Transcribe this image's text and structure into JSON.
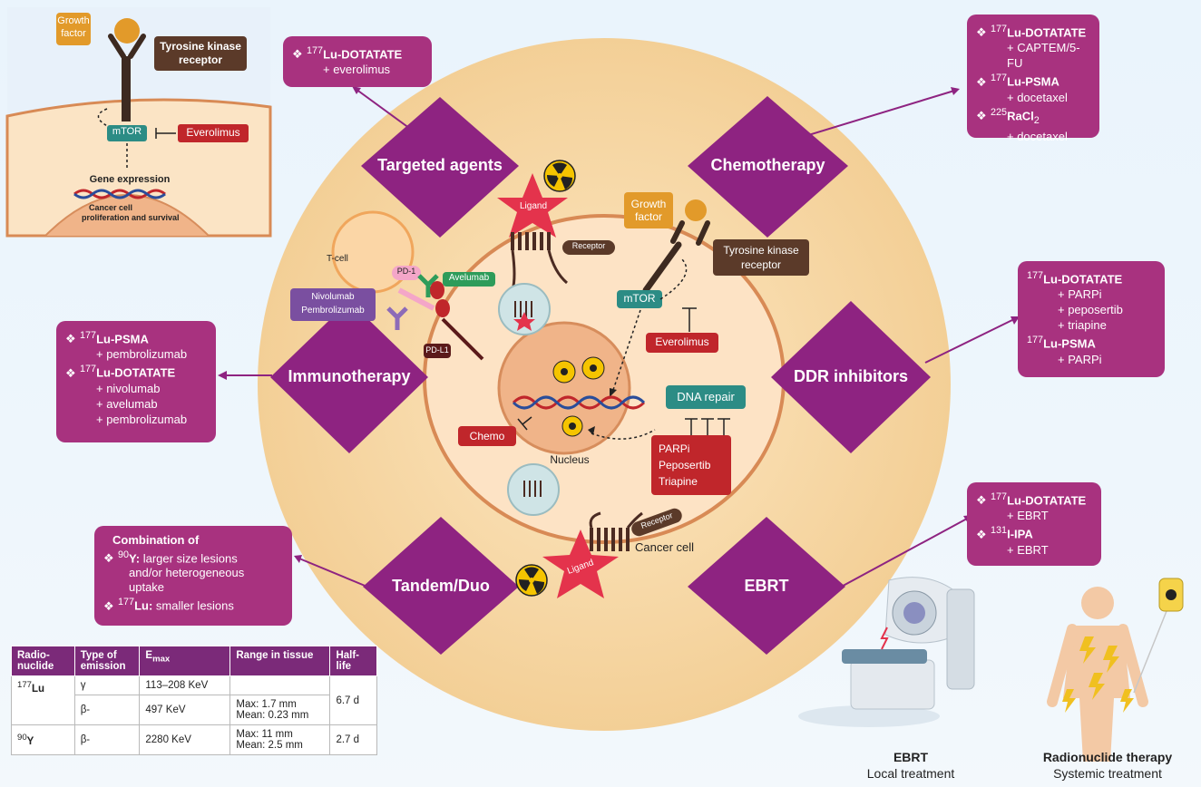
{
  "inset": {
    "growth_factor_line1": "Growth",
    "growth_factor_line2": "factor",
    "tk_line1": "Tyrosine kinase",
    "tk_line2": "receptor",
    "mtor": "mTOR",
    "everolimus": "Everolimus",
    "gene_expression": "Gene expression",
    "prolif_line1": "Cancer cell",
    "prolif_line2": "proliferation and survival"
  },
  "diamonds": {
    "targeted": "Targeted agents",
    "chemo": "Chemotherapy",
    "immuno": "Immunotherapy",
    "ddr": "DDR inhibitors",
    "tandem": "Tandem/Duo",
    "ebrt": "EBRT"
  },
  "boxes": {
    "targeted": {
      "bullet": "❖",
      "sup1": "177",
      "name1": "Lu-DOTATATE",
      "add1": "+ everolimus"
    },
    "chemo": {
      "bullet": "❖",
      "sup1": "177",
      "name1": "Lu-DOTATATE",
      "add1": "+ CAPTEM/5-FU",
      "sup2": "177",
      "name2": "Lu-PSMA",
      "add2": "+ docetaxel",
      "sup3": "225",
      "name3": "RaCl",
      "sub3": "2",
      "add3": "+ docetaxel"
    },
    "immuno": {
      "bullet": "❖",
      "sup1": "177",
      "name1": "Lu-PSMA",
      "add1": "+ pembrolizumab",
      "sup2": "177",
      "name2": "Lu-DOTATATE",
      "add2a": "+ nivolumab",
      "add2b": "+ avelumab",
      "add2c": "+ pembrolizumab"
    },
    "ddr": {
      "sup1": "177",
      "name1": "Lu-DOTATATE",
      "add1a": "+ PARPi",
      "add1b": "+ peposertib",
      "add1c": "+ triapine",
      "sup2": "177",
      "name2": "Lu-PSMA",
      "add2": "+ PARPi"
    },
    "ebrt": {
      "bullet": "❖",
      "sup1": "177",
      "name1": "Lu-DOTATATE",
      "add1": "+ EBRT",
      "sup2": "131",
      "name2": "I-IPA",
      "add2": "+ EBRT"
    },
    "tandem": {
      "title": "Combination of",
      "bullet": "❖",
      "sup1": "90",
      "name1": "Y:",
      "text1a": "larger size lesions",
      "text1b": "and/or heterogeneous",
      "text1c": "uptake",
      "sup2": "177",
      "name2": "Lu:",
      "text2": "smaller lesions"
    }
  },
  "cell": {
    "tcell": "T-cell",
    "pd1": "PD-1",
    "nivo": "Nivolumab",
    "pembro": "Pembrolizumab",
    "avelumab": "Avelumab",
    "pdl1": "PD-L1",
    "ligand_top": "Ligand",
    "receptor_top": "Receptor",
    "growth_factor_line1": "Growth",
    "growth_factor_line2": "factor",
    "tk_line1": "Tyrosine kinase",
    "tk_line2": "receptor",
    "mtor": "mTOR",
    "everolimus": "Everolimus",
    "dna_repair": "DNA repair",
    "chemo": "Chemo",
    "parpi": "PARPi",
    "peposertib": "Peposertib",
    "triapine": "Triapine",
    "nucleus": "Nucleus",
    "ligand_bottom": "Ligand",
    "receptor_bottom": "Receptor",
    "cancer_cell": "Cancer cell"
  },
  "table": {
    "headers": [
      "Radio-nuclide",
      "Type of emission",
      "E",
      "Range in tissue",
      "Half-life"
    ],
    "emax_sub": "max",
    "rows": [
      {
        "sup": "177",
        "name": "Lu",
        "emission": "γ",
        "emax": "113–208 KeV",
        "range": "",
        "half": "6.7 d"
      },
      {
        "emission": "β-",
        "emax": "497 KeV",
        "range_a": "Max: 1.7 mm",
        "range_b": "Mean: 0.23 mm"
      },
      {
        "sup": "90",
        "name": "Y",
        "emission": "β-",
        "emax": "2280 KeV",
        "range_a": "Max: 11 mm",
        "range_b": "Mean: 2.5 mm",
        "half": "2.7 d"
      }
    ]
  },
  "captions": {
    "ebrt_title": "EBRT",
    "ebrt_sub": "Local treatment",
    "rnt_title": "Radionuclide therapy",
    "rnt_sub": "Systemic treatment"
  },
  "colors": {
    "purple": "#a8327f",
    "diamond": "#8e2381",
    "outer_ring": "#f5d6a4",
    "membrane": "#d88a55",
    "teal": "#2c8c85",
    "red": "#c0262b",
    "brown": "#5b3a29",
    "orange": "#e29a2a"
  }
}
